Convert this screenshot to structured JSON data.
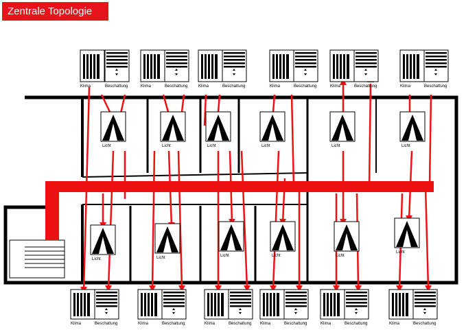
{
  "title": "Zentrale Topologie",
  "labels": {
    "klima": "Klima",
    "beschattung": "Beschattung",
    "licht": "Licht"
  },
  "colors": {
    "title_bg": "#e8141b",
    "bus": "#ee1111",
    "wall": "#000000"
  },
  "icons": {
    "klima": "radiator-icon",
    "beschattung": "blinds-icon",
    "licht": "lamp-icon"
  }
}
